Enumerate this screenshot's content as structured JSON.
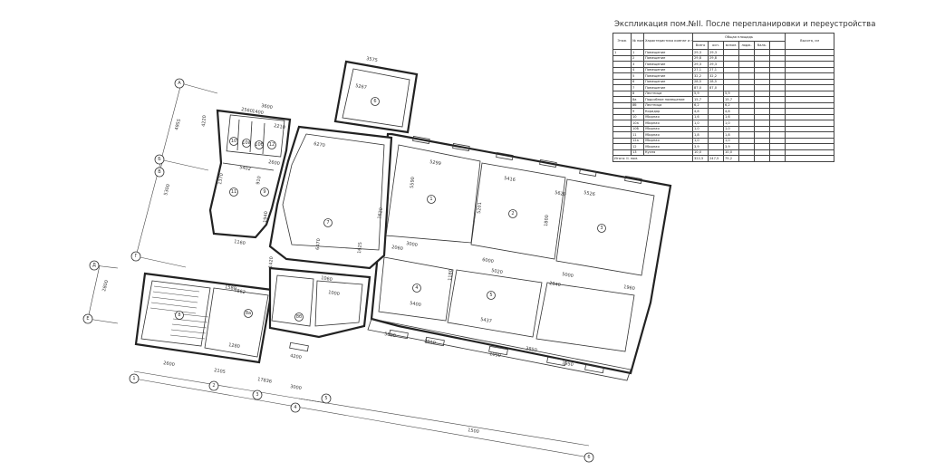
{
  "explication": {
    "title": "Экспликация пом.№II. После перепланировки и переустройства",
    "headers": {
      "floor": "Этаж",
      "num": "№ пом",
      "desc": "Характеристика комнат и помещений",
      "area": "Общая площадь",
      "total": "Всего",
      "main": "осн.",
      "aux": "вспом.",
      "loggia": "лодж.",
      "balcony": "балк.",
      "height": "Высота, см"
    },
    "rows": [
      {
        "floor": "1",
        "num": "1",
        "desc": "Помещение",
        "total": "29,3",
        "main": "29,3",
        "aux": ""
      },
      {
        "floor": "",
        "num": "2",
        "desc": "Помещение",
        "total": "29,8",
        "main": "29,8",
        "aux": ""
      },
      {
        "floor": "",
        "num": "3",
        "desc": "Помещение",
        "total": "29,3",
        "main": "29,3",
        "aux": ""
      },
      {
        "floor": "",
        "num": "4",
        "desc": "Помещение",
        "total": "27,1",
        "main": "27,1",
        "aux": ""
      },
      {
        "floor": "",
        "num": "5",
        "desc": "Помещение",
        "total": "32,2",
        "main": "32,2",
        "aux": ""
      },
      {
        "floor": "",
        "num": "6",
        "desc": "Помещение",
        "total": "28,5",
        "main": "28,5",
        "aux": ""
      },
      {
        "floor": "",
        "num": "7",
        "desc": "Помещение",
        "total": "87,0",
        "main": "87,0",
        "aux": ""
      },
      {
        "floor": "",
        "num": "8",
        "desc": "Лестница",
        "total": "5,9",
        "main": "",
        "aux": "5,9"
      },
      {
        "floor": "",
        "num": "8а",
        "desc": "Подсобное помещение",
        "total": "15,7",
        "main": "",
        "aux": "15,7"
      },
      {
        "floor": "",
        "num": "8б",
        "desc": "Лестница",
        "total": "6,2",
        "main": "",
        "aux": "6,2"
      },
      {
        "floor": "",
        "num": "9",
        "desc": "Коридор",
        "total": "4,8",
        "main": "",
        "aux": "4,8"
      },
      {
        "floor": "",
        "num": "10",
        "desc": "Уборная",
        "total": "1,6",
        "main": "",
        "aux": "1,6"
      },
      {
        "floor": "",
        "num": "10а",
        "desc": "Уборная",
        "total": "1,0",
        "main": "",
        "aux": "1,0"
      },
      {
        "floor": "",
        "num": "10б",
        "desc": "Уборная",
        "total": "1,0",
        "main": "",
        "aux": "1,0"
      },
      {
        "floor": "",
        "num": "11",
        "desc": "Уборная",
        "total": "1,8",
        "main": "",
        "aux": "1,8"
      },
      {
        "floor": "",
        "num": "12а",
        "desc": "Уборная",
        "total": "1,0",
        "main": "",
        "aux": "1,0"
      },
      {
        "floor": "",
        "num": "12",
        "desc": "Уборная",
        "total": "3,9",
        "main": "",
        "aux": "3,9"
      },
      {
        "floor": "",
        "num": "13",
        "desc": "Кухня",
        "total": "10,0",
        "main": "",
        "aux": "10,0"
      }
    ],
    "total_row": {
      "label": "Итого: II. пом.",
      "total": "322,5",
      "main": "247,5",
      "aux": "75,2"
    }
  },
  "plan": {
    "rooms": [
      "1",
      "2",
      "3",
      "4",
      "5",
      "6",
      "7",
      "8",
      "8а",
      "8б",
      "9",
      "10",
      "10а",
      "10б",
      "11",
      "12"
    ],
    "axis_labels": [
      "А",
      "Б",
      "В",
      "Г",
      "Д",
      "Е",
      "1",
      "2",
      "3",
      "4",
      "5",
      "6"
    ],
    "dimensions": [
      "3575",
      "5267",
      "5299",
      "5416",
      "5526",
      "3000",
      "6000",
      "5000",
      "5400",
      "5437",
      "5800",
      "1580",
      "7862",
      "6470",
      "4220",
      "5300",
      "2800",
      "2600",
      "2105",
      "17836",
      "3000",
      "1500",
      "2060",
      "5020",
      "2840",
      "1960",
      "5201",
      "1160",
      "6270",
      "3600",
      "2600",
      "2560",
      "1400",
      "1370",
      "1420",
      "1060",
      "1000",
      "1280",
      "1090",
      "1180",
      "1800",
      "5590",
      "5402",
      "1625",
      "3850",
      "1950",
      "3010",
      "4200",
      "4955",
      "1620",
      "2210",
      "910",
      "5620",
      "1940"
    ]
  }
}
